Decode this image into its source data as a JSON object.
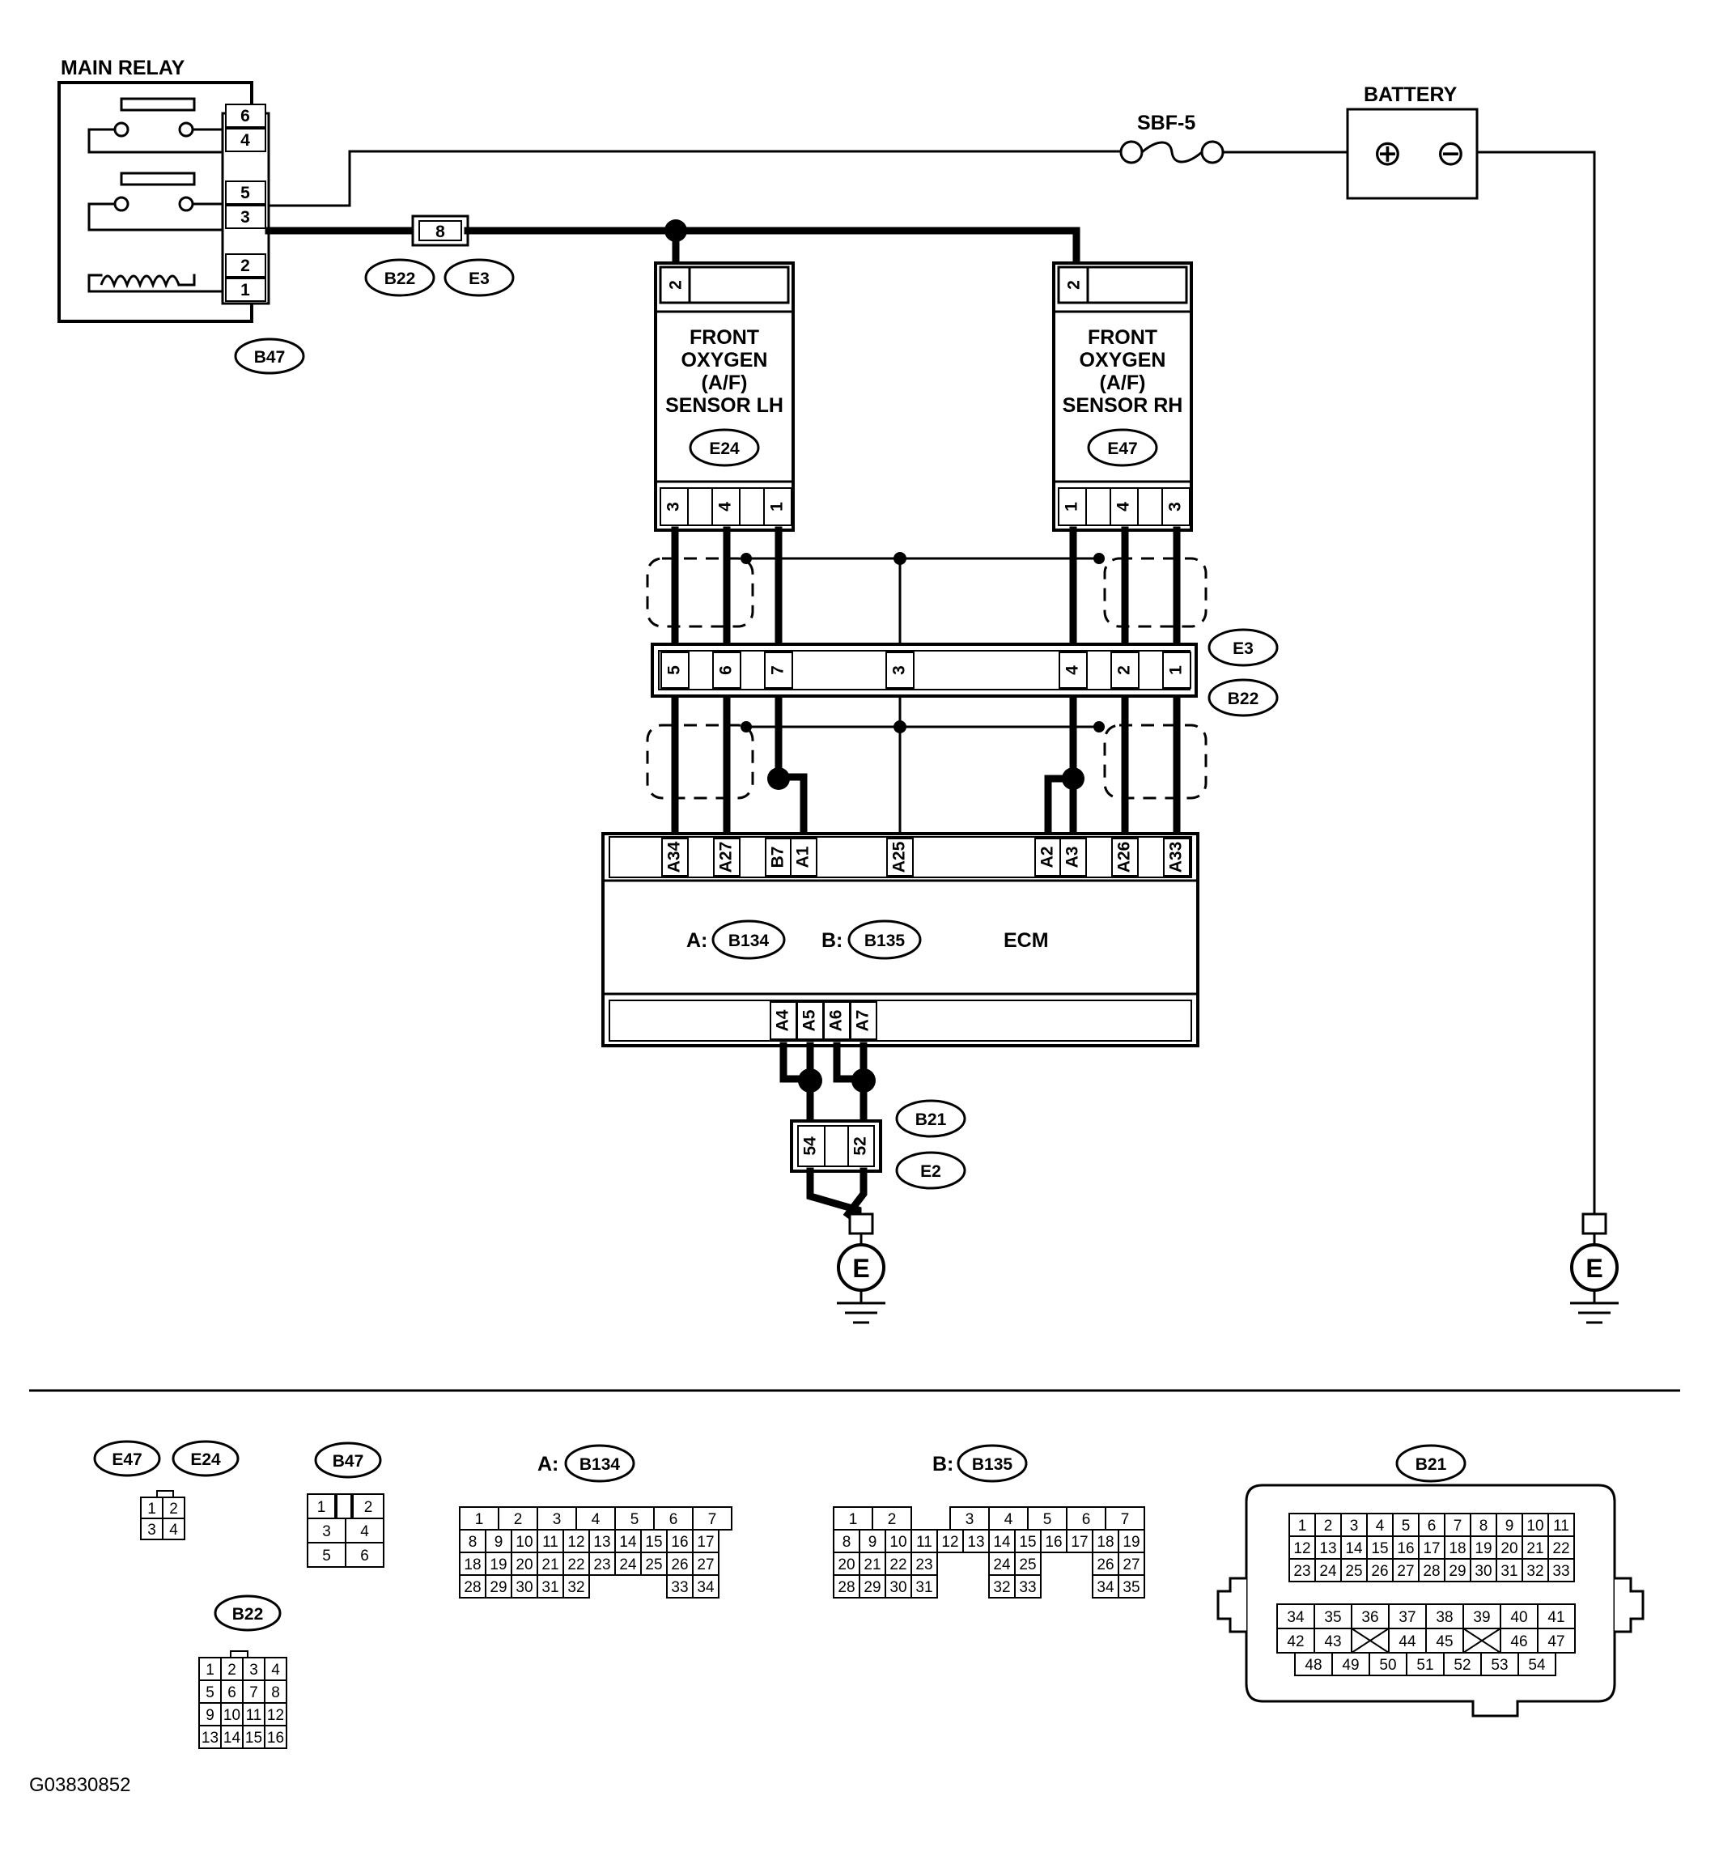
{
  "labels": {
    "main_relay": "MAIN RELAY",
    "battery": "BATTERY",
    "fuse": "SBF-5",
    "sensor_lh": [
      "FRONT",
      "OXYGEN",
      "(A/F)",
      "SENSOR LH"
    ],
    "sensor_rh": [
      "FRONT",
      "OXYGEN",
      "(A/F)",
      "SENSOR RH"
    ],
    "ecm": "ECM",
    "ecm_conn_a": "A:",
    "ecm_conn_b": "B:",
    "ground": "E",
    "figure_id": "G03830852",
    "plus": "⊕",
    "minus": "⊖"
  },
  "connector_ids": {
    "b47": "B47",
    "b22": "B22",
    "e3": "E3",
    "e24": "E24",
    "e47": "E47",
    "b134": "B134",
    "b135": "B135",
    "b21": "B21",
    "e2": "E2"
  },
  "relay_pins": [
    "6",
    "4",
    "5",
    "3",
    "2",
    "1"
  ],
  "joint_8": "8",
  "sensor_top_pin": "2",
  "lh_pins": [
    "3",
    "",
    "4",
    "",
    "1"
  ],
  "rh_pins": [
    "1",
    "",
    "4",
    "",
    "3"
  ],
  "e3_pins": [
    "5",
    "6",
    "7",
    "3",
    "4",
    "2",
    "1"
  ],
  "ecm_top_pins": [
    "A34",
    "A27",
    "B7",
    "A1",
    "A25",
    "A2",
    "A3",
    "A26",
    "A33"
  ],
  "ecm_bottom_pins": [
    "A4",
    "A5",
    "A6",
    "A7"
  ],
  "b21_pins": [
    "54",
    "52"
  ],
  "legend": {
    "e47_e24_rows": [
      [
        "1",
        "2"
      ],
      [
        "3",
        "4"
      ]
    ],
    "b47_rows": [
      [
        "1",
        "",
        "2"
      ],
      [
        "3",
        "4"
      ],
      [
        "5",
        "6"
      ]
    ],
    "b22_rows": [
      [
        "1",
        "2",
        "3",
        "4"
      ],
      [
        "5",
        "6",
        "7",
        "8"
      ],
      [
        "9",
        "10",
        "11",
        "12"
      ],
      [
        "13",
        "14",
        "15",
        "16"
      ]
    ],
    "b134_rows": [
      [
        "1",
        "2",
        "3",
        "4",
        "5",
        "6",
        "7"
      ],
      [
        "8",
        "9",
        "10",
        "11",
        "12",
        "13",
        "14",
        "15",
        "16",
        "17"
      ],
      [
        "18",
        "19",
        "20",
        "21",
        "22",
        "23",
        "24",
        "25",
        "26",
        "27"
      ],
      [
        "28",
        "29",
        "30",
        "31",
        "32",
        "33",
        "34"
      ]
    ],
    "b135_rows": [
      [
        "1",
        "2",
        "3",
        "4",
        "5",
        "6",
        "7"
      ],
      [
        "8",
        "9",
        "10",
        "11",
        "12",
        "13",
        "14",
        "15",
        "16",
        "17",
        "18",
        "19"
      ],
      [
        "20",
        "21",
        "22",
        "23",
        "24",
        "25",
        "26",
        "27"
      ],
      [
        "28",
        "29",
        "30",
        "31",
        "32",
        "33",
        "34",
        "35"
      ]
    ],
    "b21_rows": [
      [
        "1",
        "2",
        "3",
        "4",
        "5",
        "6",
        "7",
        "8",
        "9",
        "10",
        "11"
      ],
      [
        "12",
        "13",
        "14",
        "15",
        "16",
        "17",
        "18",
        "19",
        "20",
        "21",
        "22"
      ],
      [
        "23",
        "24",
        "25",
        "26",
        "27",
        "28",
        "29",
        "30",
        "31",
        "32",
        "33"
      ],
      [
        "34",
        "35",
        "36",
        "37",
        "38",
        "39",
        "40",
        "41"
      ],
      [
        "42",
        "43",
        "",
        "44",
        "45",
        "",
        "46",
        "47"
      ],
      [
        "48",
        "49",
        "50",
        "51",
        "52",
        "53",
        "54"
      ]
    ]
  }
}
